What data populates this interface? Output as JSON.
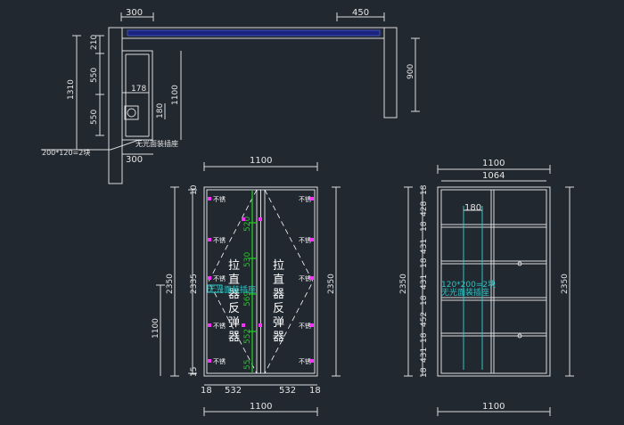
{
  "top_view": {
    "dims_top": [
      "300",
      "450"
    ],
    "dims_left": [
      "210",
      "550",
      "550"
    ],
    "dim_total": "1310",
    "dim_inner": "1100",
    "dim_right": "900",
    "dim_178": "178",
    "dim_180": "180",
    "dim_bottom": "300",
    "note_led": "无光面装插座",
    "note_spec": "200*120=2块"
  },
  "front_view": {
    "dim_top": "1100",
    "dim_bottom": "1100",
    "dim_height_left": "2350",
    "dim_height_inner": "2335",
    "dim_height_right": "2350",
    "dim_lower": "1100",
    "dim_frame_left": "18",
    "dim_leaf_left": "532",
    "dim_leaf_right": "532",
    "dim_frame_right": "18",
    "dim_top_gap": "10",
    "dim_bottom_gap": "15",
    "hinge_label": "不锈",
    "left_leaf_text": [
      "拉",
      "直",
      "器",
      "反",
      "弹",
      "器"
    ],
    "right_leaf_text": [
      "拉",
      "直",
      "器",
      "反",
      "弹",
      "器"
    ],
    "green_dims": [
      "520",
      "530",
      "569",
      "552",
      "55"
    ],
    "note_socket": "无光面装插座"
  },
  "side_view": {
    "dim_top_outer": "1100",
    "dim_top_inner": "1064",
    "dim_bottom": "1100",
    "dim_height_left": "2350",
    "dim_height_right": "2350",
    "dim_180": "180",
    "shelf_dims": [
      "18",
      "428",
      "18",
      "431",
      "18",
      "431",
      "18",
      "452",
      "18",
      "431",
      "18"
    ],
    "note_spec": "120*200=2块",
    "note_socket": "无光面装插座"
  }
}
